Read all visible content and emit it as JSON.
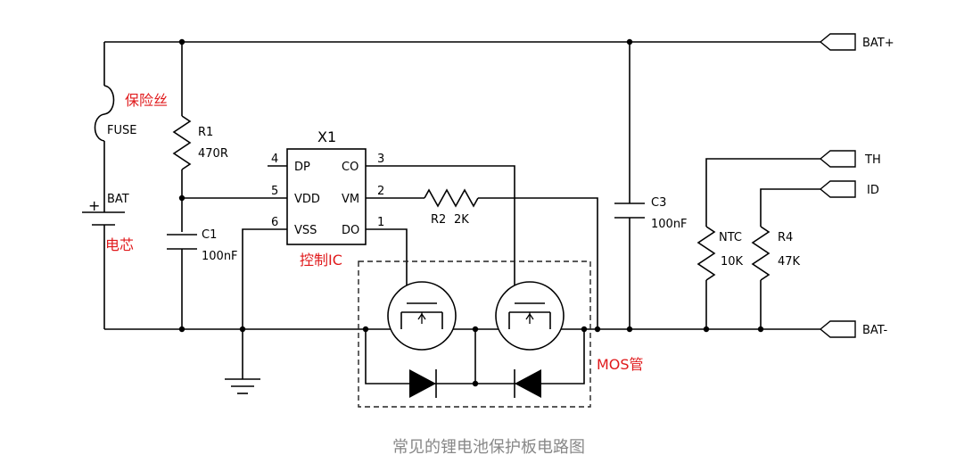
{
  "caption": "常见的锂电池保护板电路图",
  "annotations": {
    "fuse_cn": "保险丝",
    "cell_cn": "电芯",
    "ic_cn": "控制IC",
    "mos_cn": "MOS管"
  },
  "components": {
    "fuse": "FUSE",
    "bat": "BAT",
    "bat_plus_sign": "+",
    "r1_name": "R1",
    "r1_value": "470R",
    "c1_name": "C1",
    "c1_value": "100nF",
    "ic_name": "X1",
    "r2_name": "R2",
    "r2_value": "2K",
    "c3_name": "C3",
    "c3_value": "100nF",
    "ntc_name": "NTC",
    "ntc_value": "10K",
    "r4_name": "R4",
    "r4_value": "47K"
  },
  "ic_pins": {
    "p4_num": "4",
    "p4_name": "DP",
    "p5_num": "5",
    "p5_name": "VDD",
    "p6_num": "6",
    "p6_name": "VSS",
    "p3_num": "3",
    "p3_name": "CO",
    "p2_num": "2",
    "p2_name": "VM",
    "p1_num": "1",
    "p1_name": "DO"
  },
  "terminals": {
    "bat_plus": "BAT+",
    "th": "TH",
    "id": "ID",
    "bat_minus": "BAT-"
  },
  "colors": {
    "annotation": "#e0191b",
    "caption": "#888888",
    "wire": "#000000"
  }
}
